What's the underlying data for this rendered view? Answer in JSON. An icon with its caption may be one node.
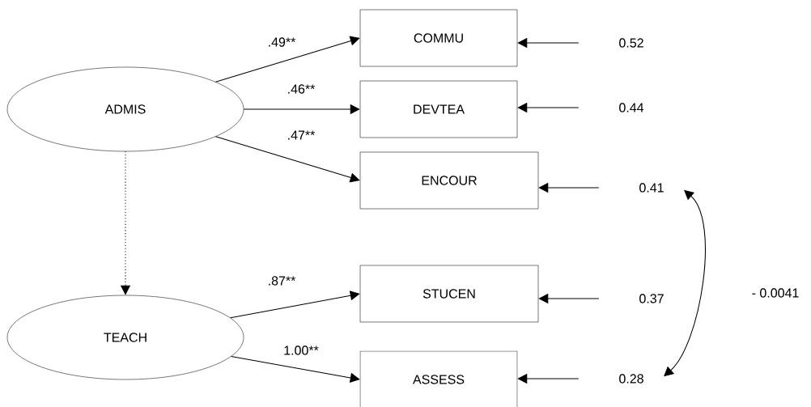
{
  "diagram": {
    "nodes": [
      {
        "text": [
          "ADMIS"
        ]
      },
      {
        "text": [
          "TEACH"
        ]
      },
      {
        "text": [
          "COMMU"
        ]
      },
      {
        "text": [
          "DEVTEA"
        ]
      },
      {
        "text": [
          "ENCOUR"
        ]
      },
      {
        "text": [
          "STUCEN"
        ]
      },
      {
        "text": [
          "ASSESS"
        ]
      },
      {
        "text": [
          "0.52"
        ]
      },
      {
        "text": [
          "0.44"
        ]
      },
      {
        "text": [
          "0.41"
        ]
      },
      {
        "text": [
          "0.37"
        ]
      },
      {
        "text": [
          "0.28"
        ]
      }
    ],
    "edges": [
      {
        "from": 0,
        "to": 2,
        "arrow": "to",
        "label": ".49**"
      },
      {
        "from": 0,
        "to": 3,
        "arrow": "to",
        "label": ".46**"
      },
      {
        "from": 0,
        "to": 4,
        "arrow": "to",
        "label": ".47**"
      },
      {
        "from": 0,
        "to": 1,
        "arrow": "to",
        "style": "dashed"
      },
      {
        "from": 1,
        "to": 5,
        "arrow": "to",
        "label": ".87**"
      },
      {
        "from": 1,
        "to": 6,
        "arrow": "to",
        "label": "1.00**"
      },
      {
        "from": 7,
        "to": 2,
        "arrow": "to"
      },
      {
        "from": 8,
        "to": 3,
        "arrow": "to"
      },
      {
        "from": 9,
        "to": 4,
        "arrow": "to"
      },
      {
        "from": 10,
        "to": 5,
        "arrow": "to"
      },
      {
        "from": 11,
        "to": 6,
        "arrow": "to"
      },
      {
        "from": 9,
        "to": 11,
        "arrow": "both",
        "label": "- 0.0041"
      }
    ]
  }
}
